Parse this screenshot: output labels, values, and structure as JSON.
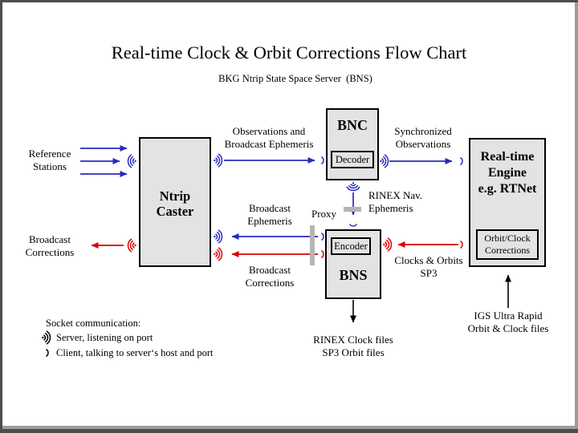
{
  "title": "Real-time Clock & Orbit Corrections Flow Chart",
  "subtitle": "BKG Ntrip State Space Server  (BNS)",
  "colors": {
    "arrow_blue": "#2929c0",
    "arrow_red": "#d90000",
    "arrow_black": "#000000",
    "box_fill": "#e3e3e3",
    "proxy_bar_gray": "#b5b5b5",
    "frame_dark": "#4d4d4d",
    "frame_light": "#9c9c9c"
  },
  "boxes": {
    "caster": {
      "line1": "Ntrip",
      "line2": "Caster"
    },
    "bnc": {
      "title": "BNC",
      "sub": "Decoder"
    },
    "bns": {
      "title": "BNS",
      "sub": "Encoder"
    },
    "engine": {
      "line1": "Real-time",
      "line2": "Engine",
      "line3": "e.g. RTNet",
      "sub_line1": "Orbit/Clock",
      "sub_line2": "Corrections"
    }
  },
  "labels": {
    "reference_stations": {
      "line1": "Reference",
      "line2": "Stations"
    },
    "broadcast_corrections_left": {
      "line1": "Broadcast",
      "line2": "Corrections"
    },
    "observations_broadcast_ephemeris": {
      "line1": "Observations and",
      "line2": "Broadcast Ephemeris"
    },
    "synchronized_observations": {
      "line1": "Synchronized",
      "line2": "Observations"
    },
    "rinex_nav_ephemeris": {
      "line1": "RINEX Nav.",
      "line2": "Ephemeris"
    },
    "proxy": {
      "line1": "Proxy"
    },
    "broadcast_ephemeris_mid": {
      "line1": "Broadcast",
      "line2": "Ephemeris"
    },
    "broadcast_corrections_mid": {
      "line1": "Broadcast",
      "line2": "Corrections"
    },
    "clocks_orbits_sp3": {
      "line1": "Clocks & Orbits",
      "line2": "SP3"
    },
    "rinex_clock_files": {
      "line1": "RINEX Clock files",
      "line2": "SP3 Orbit files"
    },
    "igs_ultra_rapid": {
      "line1": "IGS Ultra Rapid",
      "line2": "Orbit & Clock files"
    }
  },
  "legend": {
    "title": "Socket communication:",
    "server": "Server, listening on port",
    "client": "Client, talking to server‘s host and port"
  }
}
